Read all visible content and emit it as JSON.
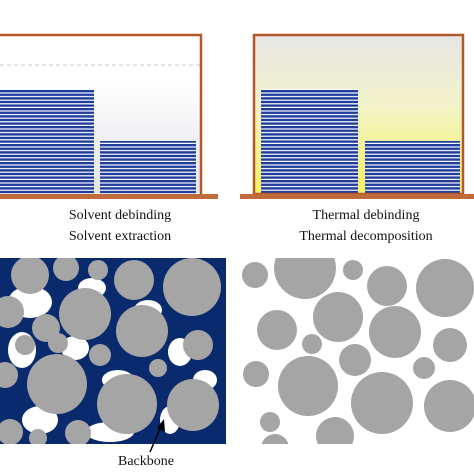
{
  "colors": {
    "vessel": "#b3582a",
    "tray": "#c26b3a",
    "part_fill": "#1f3d9c",
    "stripe": "#ffffff",
    "binder_blue": "#0a2a6e",
    "powder_gray": "#a5a5a5",
    "heat_yellow": "#f6f25a",
    "solvent_bg": "#f1f1f3"
  },
  "panels": {
    "solvent": {
      "caption_line1": "Solvent debinding",
      "caption_line2": "Solvent extraction"
    },
    "thermal": {
      "caption_line1": "Thermal debinding",
      "caption_line2": "Thermal decomposition"
    },
    "microstructure": {
      "backbone_label": "Backbone"
    }
  }
}
